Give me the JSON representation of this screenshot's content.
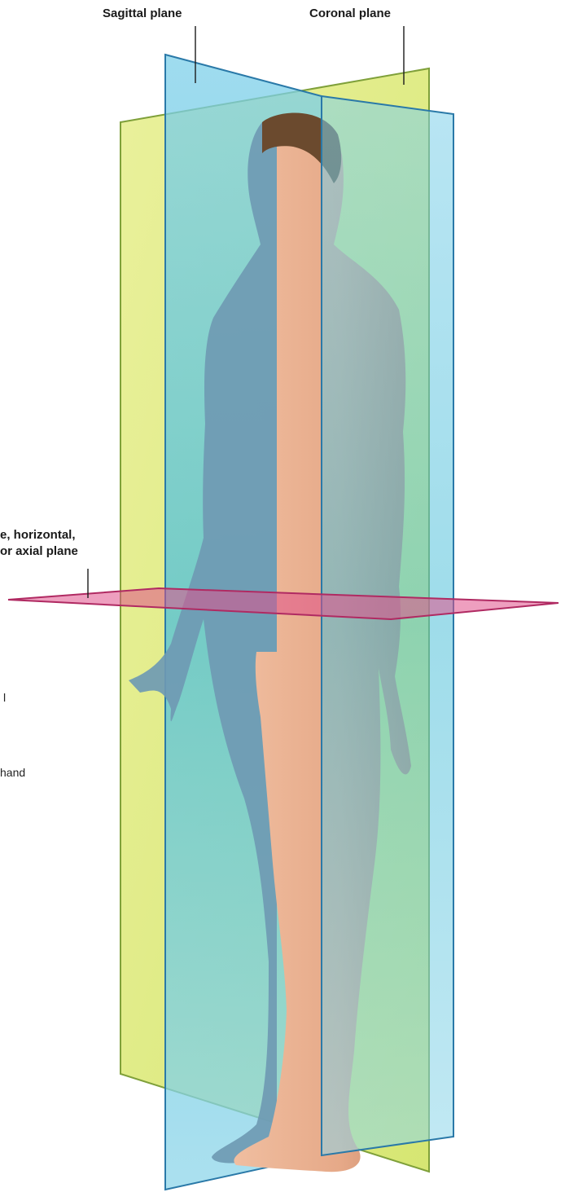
{
  "labels": {
    "sagittal": "Sagittal plane",
    "coronal": "Coronal plane",
    "transverse_line1": "e, horizontal,",
    "transverse_line2": "or axial plane"
  },
  "fragments": {
    "frag_l": "l",
    "frag_hand": "hand"
  },
  "colors": {
    "sagittal_plane": "#55c3e6",
    "coronal_plane": "#d9e86a",
    "transverse_plane": "#e0508a",
    "skin": "#e8ad8e",
    "skin_shadow": "#c98a6c",
    "tinted_body": "#6f9ab3",
    "hair": "#6b4a2e",
    "leader_line": "#1a1a1a",
    "plane_edge_sagittal": "#2a79a8",
    "plane_edge_coronal": "#7fa03a",
    "plane_edge_transverse": "#b02a62"
  }
}
